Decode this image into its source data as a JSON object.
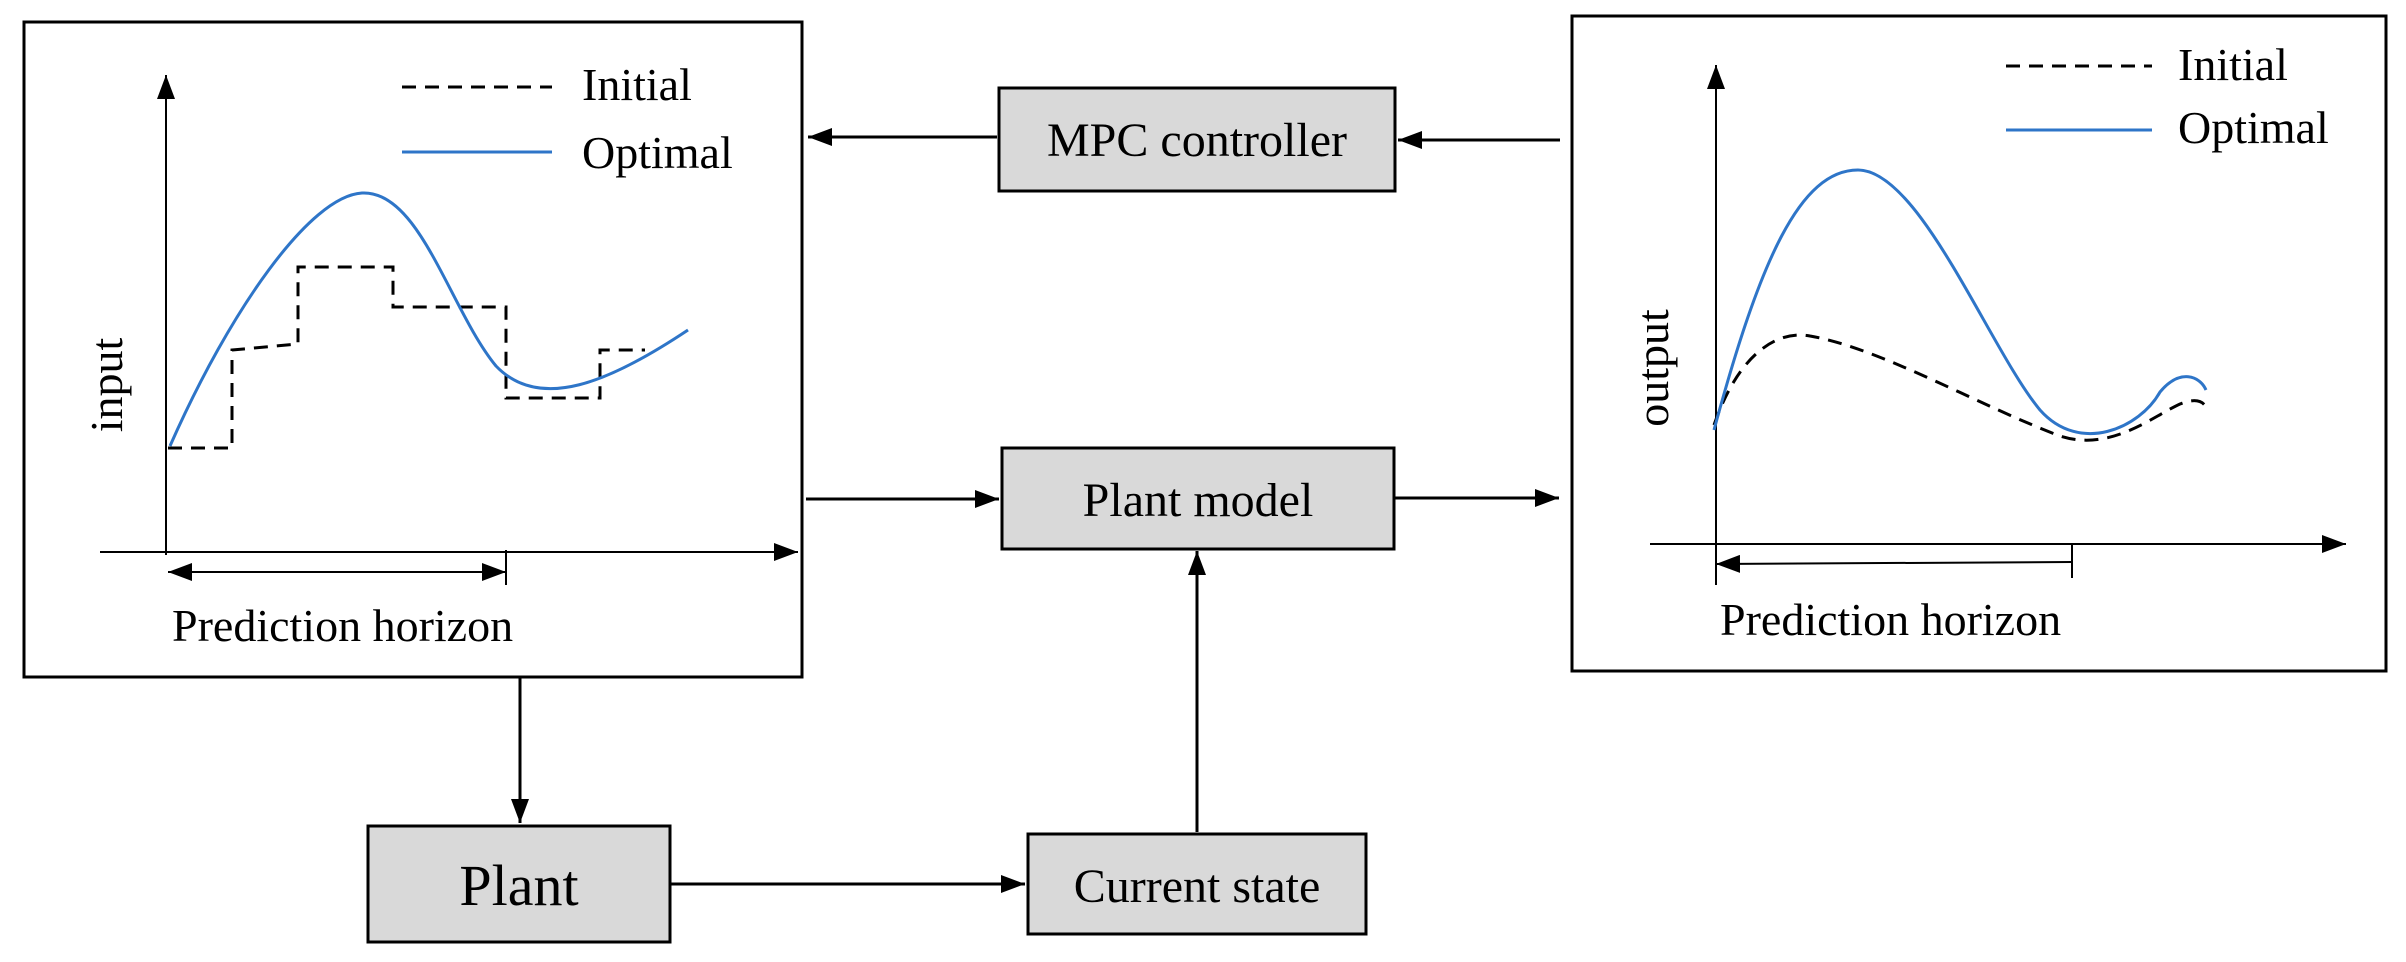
{
  "blocks": {
    "mpc_controller": "MPC controller",
    "plant_model": "Plant model",
    "plant": "Plant",
    "current_state": "Current state"
  },
  "input_panel": {
    "ylabel": "input",
    "xlabel": "Prediction horizon",
    "legend": {
      "initial": "Initial",
      "optimal": "Optimal"
    }
  },
  "output_panel": {
    "ylabel": "output",
    "xlabel": "Prediction horizon",
    "legend": {
      "initial": "Initial",
      "optimal": "Optimal"
    }
  },
  "colors": {
    "block_fill": "#d9d9d9",
    "optimal_line": "#2e75c8",
    "initial_line": "#000000"
  }
}
